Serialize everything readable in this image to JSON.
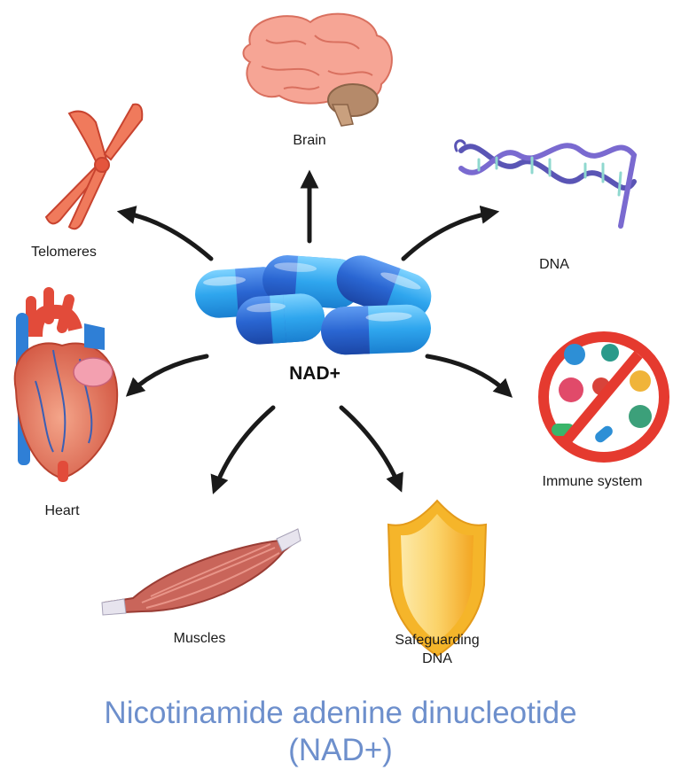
{
  "center": {
    "label": "NAD+"
  },
  "nodes": {
    "brain": "Brain",
    "telomeres": "Telomeres",
    "dna": "DNA",
    "heart": "Heart",
    "immune": "Immune system",
    "muscles": "Muscles",
    "safeguarding_line1": "Safeguarding",
    "safeguarding_line2": "DNA"
  },
  "title": {
    "line1": "Nicotinamide adenine dinucleotide",
    "line2": "(NAD+)"
  },
  "colors": {
    "title": "#6d8fcc",
    "capsule_light": "#35b3f0",
    "capsule_dark": "#2a6fd6",
    "arrow": "#1a1a1a",
    "shield": "#f5b52a",
    "no_sign": "#e53a2f"
  }
}
